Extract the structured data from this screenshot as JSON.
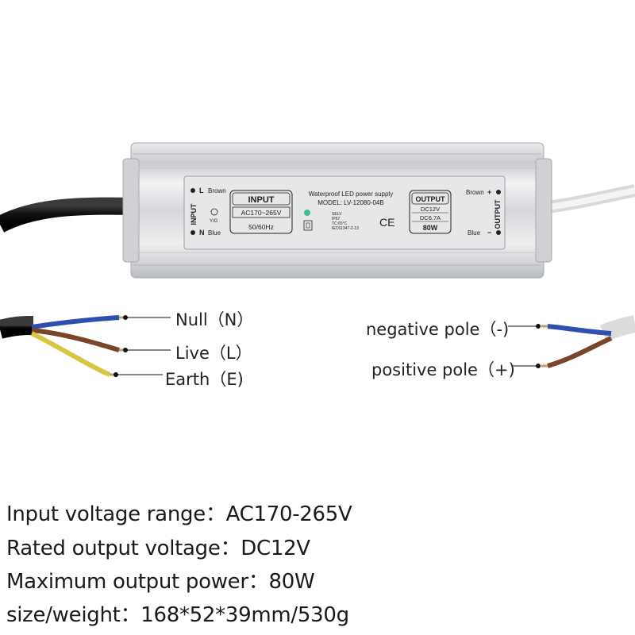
{
  "device": {
    "left_terminals": {
      "side_label": "INPUT",
      "l_label": "L",
      "l_color": "Brown",
      "earth_label": "Y/G",
      "n_label": "N",
      "n_color": "Blue"
    },
    "input_box": {
      "title": "INPUT",
      "voltage": "AC170~265V",
      "frequency": "50/60Hz"
    },
    "center": {
      "title": "Waterproof LED power supply",
      "model": "MODEL: LV-12080-04B",
      "cert_lines": [
        "SELV",
        "IP67",
        "TC:65°C",
        "IEC61347-2-13"
      ],
      "ce_mark": "CE"
    },
    "output_box": {
      "title": "OUTPUT",
      "voltage": "DC12V",
      "current": "DC6.7A",
      "power": "80W"
    },
    "right_terminals": {
      "side_label": "OUTPUT",
      "brown_label": "Brown",
      "plus": "+",
      "blue_label": "Blue",
      "minus": "−"
    }
  },
  "wires": {
    "input": [
      {
        "label": "Null（N）",
        "color": "#2f4fb0"
      },
      {
        "label": "Live（L）",
        "color": "#7a4428"
      },
      {
        "label": "Earth（E)",
        "color": "#d8c640"
      }
    ],
    "output": [
      {
        "label": "negative pole（-)",
        "color": "#2f4fb0"
      },
      {
        "label": "positive pole（+)",
        "color": "#7a4428"
      }
    ]
  },
  "specs": [
    "Input voltage range：AC170-265V",
    "Rated output voltage：DC12V",
    "Maximum output power：80W",
    "size/weight：168*52*39mm/530g"
  ]
}
